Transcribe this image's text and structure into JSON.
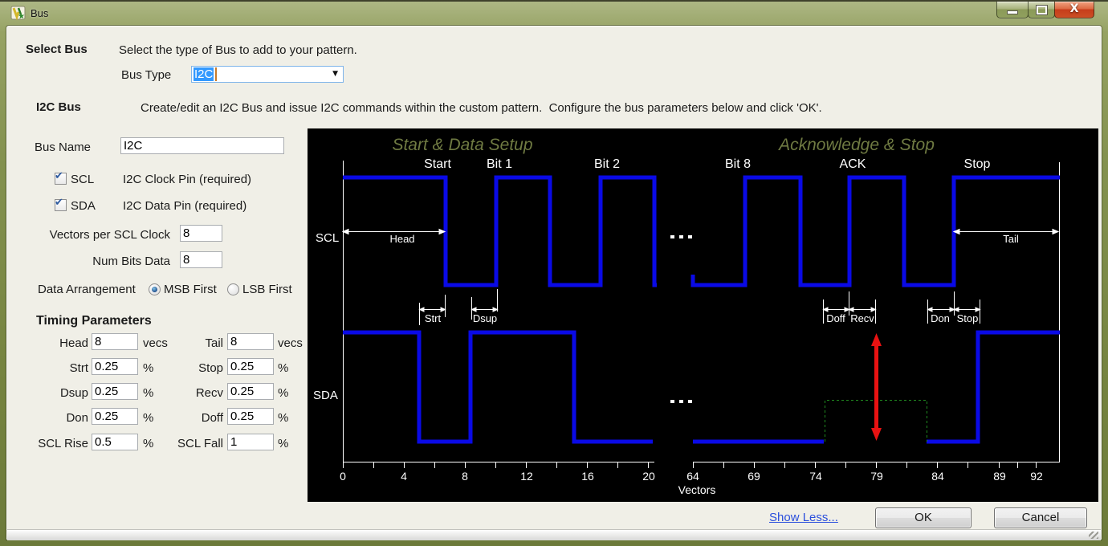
{
  "window": {
    "title": "Bus"
  },
  "icons": {
    "app_icon": "yellow-green-logo",
    "minimize_icon": "minimize-bar",
    "maximize_icon": "maximize-box",
    "close_icon": "X",
    "dropdown_icon": "▼",
    "checkbox_check": "✔"
  },
  "select_bus": {
    "heading": "Select Bus",
    "description": "Select the type of Bus to add to your pattern.",
    "bus_type_label": "Bus Type",
    "bus_type_value": "I2C"
  },
  "i2c_bus": {
    "heading": "I2C Bus",
    "description": "Create/edit an I2C Bus and issue I2C commands within the custom pattern.  Configure the bus parameters below and click 'OK'."
  },
  "form": {
    "bus_name_label": "Bus Name",
    "bus_name_value": "I2C",
    "scl": {
      "label": "SCL",
      "checked": true,
      "description": "I2C Clock Pin (required)"
    },
    "sda": {
      "label": "SDA",
      "checked": true,
      "description": "I2C Data Pin (required)"
    },
    "vectors_per_scl_label": "Vectors per SCL Clock",
    "vectors_per_scl_value": "8",
    "num_bits_label": "Num Bits Data",
    "num_bits_value": "8",
    "data_arrangement_label": "Data Arrangement",
    "msb_label": "MSB First",
    "lsb_label": "LSB First",
    "msb_selected": true,
    "timing_heading": "Timing Parameters",
    "timing_rows": [
      {
        "l_label": "Head",
        "l_value": "8",
        "l_unit": "vecs",
        "r_label": "Tail",
        "r_value": "8",
        "r_unit": "vecs"
      },
      {
        "l_label": "Strt",
        "l_value": "0.25",
        "l_unit": "%",
        "r_label": "Stop",
        "r_value": "0.25",
        "r_unit": "%"
      },
      {
        "l_label": "Dsup",
        "l_value": "0.25",
        "l_unit": "%",
        "r_label": "Recv",
        "r_value": "0.25",
        "r_unit": "%"
      },
      {
        "l_label": "Don",
        "l_value": "0.25",
        "l_unit": "%",
        "r_label": "Doff",
        "r_value": "0.25",
        "r_unit": "%"
      },
      {
        "l_label": "SCL Rise",
        "l_value": "0.5",
        "l_unit": "%",
        "r_label": "SCL Fall",
        "r_value": "1",
        "r_unit": "%"
      }
    ]
  },
  "diagram": {
    "section_title_left": "Start & Data Setup",
    "section_title_right": "Acknowledge & Stop",
    "phase_labels": [
      "Start",
      "Bit 1",
      "Bit 2",
      "Bit 8",
      "ACK",
      "Stop"
    ],
    "signals": {
      "scl": "SCL",
      "sda": "SDA"
    },
    "annotations": {
      "head": "Head",
      "tail": "Tail",
      "strt": "Strt",
      "dsup": "Dsup",
      "doff": "Doff",
      "recv": "Recv",
      "don": "Don",
      "stop": "Stop"
    },
    "ellipsis": "...",
    "x_axis": {
      "left_ticks": [
        "0",
        "4",
        "8",
        "12",
        "16",
        "20"
      ],
      "right_ticks": [
        "64",
        "69",
        "74",
        "79",
        "84",
        "89",
        "92"
      ],
      "label": "Vectors"
    },
    "colors": {
      "signal_blue": "#0a0ae6",
      "title_olive": "#6f7a42",
      "arrow_red": "#e81212",
      "ack_box_green": "#1f8a1f",
      "background": "#000000"
    }
  },
  "footer": {
    "show_less": "Show Less...",
    "ok": "OK",
    "cancel": "Cancel"
  }
}
